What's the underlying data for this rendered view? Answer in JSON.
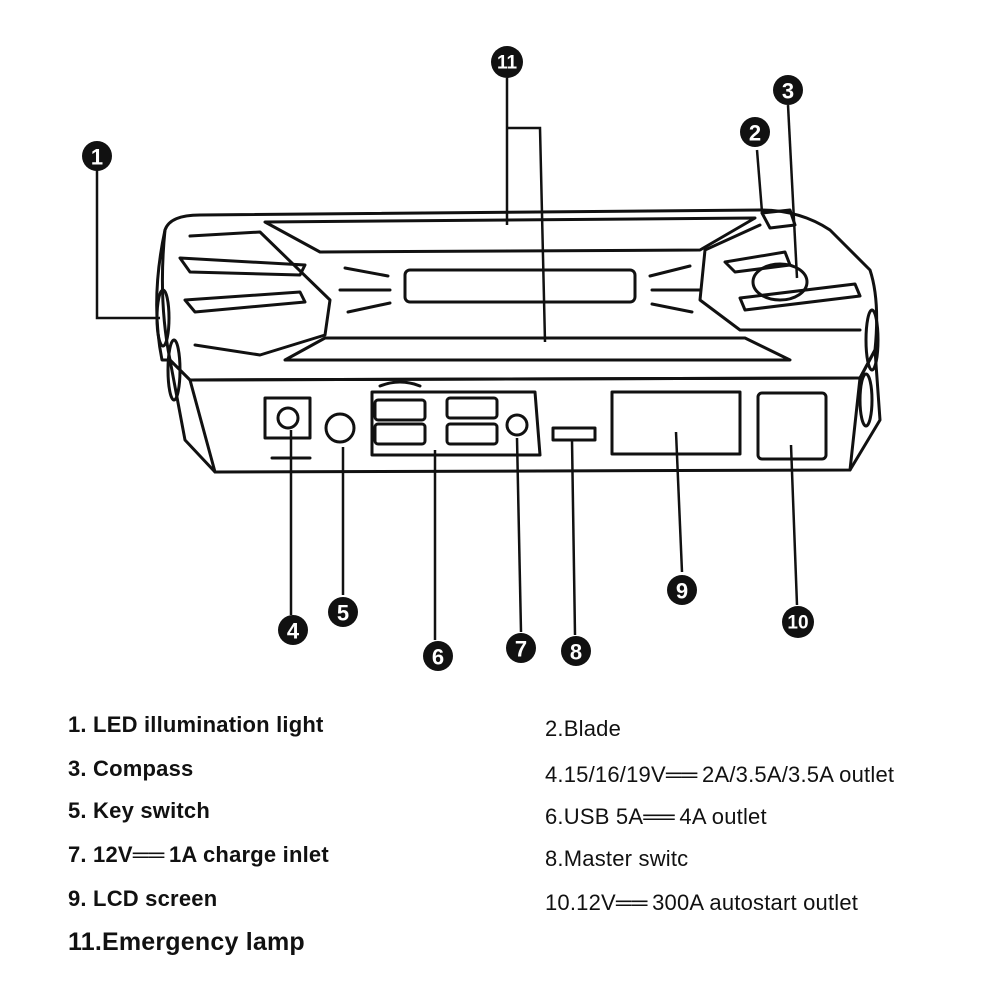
{
  "callouts": {
    "c1": "1",
    "c2": "2",
    "c3": "3",
    "c4": "4",
    "c5": "5",
    "c6": "6",
    "c7": "7",
    "c8": "8",
    "c9": "9",
    "c10": "10",
    "c11": "11"
  },
  "legend": {
    "left": [
      "1. LED illumination light",
      "3. Compass",
      "5. Key switch",
      "7. 12V══ 1A charge inlet",
      "9. LCD screen",
      "11.Emergency lamp"
    ],
    "right": [
      "2.Blade",
      "4.15/16/19V══ 2A/3.5A/3.5A outlet",
      "6.USB 5A══ 4A outlet",
      "8.Master switc",
      "10.12V══ 300A autostart outlet"
    ]
  }
}
